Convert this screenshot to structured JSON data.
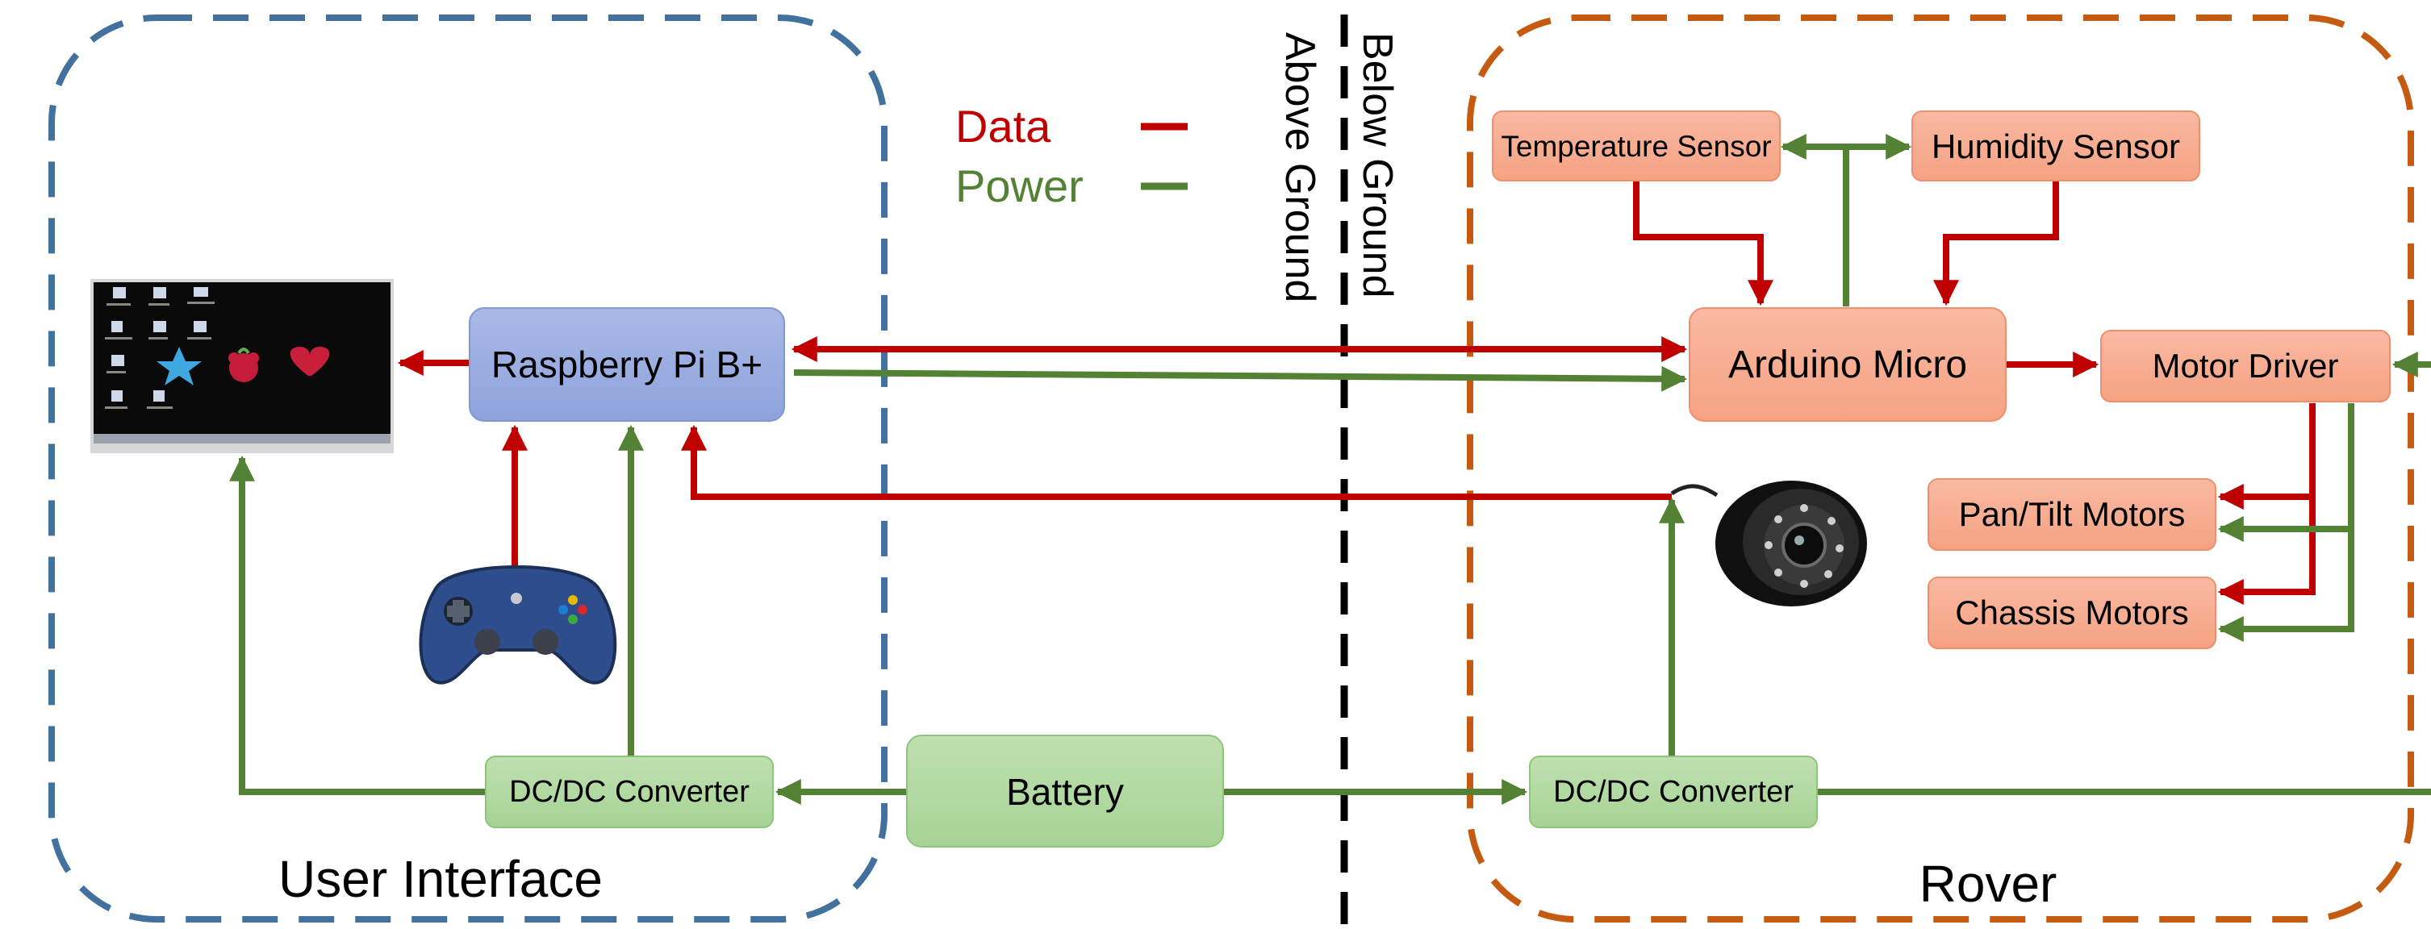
{
  "legend": {
    "data_label": "Data",
    "power_label": "Power",
    "data_color": "#c00000",
    "power_color": "#548235"
  },
  "ground": {
    "below_label": "Below Ground",
    "above_label": "Above Ground"
  },
  "regions": {
    "user_interface": "User Interface",
    "rover": "Rover",
    "ui_border_color": "#41719c",
    "rover_border_color": "#c55a11"
  },
  "blocks": {
    "raspberry_pi": "Raspberry Pi B+",
    "arduino": "Arduino Micro",
    "temperature_sensor": "Temperature Sensor",
    "humidity_sensor": "Humidity Sensor",
    "motor_driver": "Motor Driver",
    "pan_tilt_motors": "Pan/Tilt Motors",
    "chassis_motors": "Chassis Motors",
    "dcdc_ui": "DC/DC Converter",
    "dcdc_rover": "DC/DC Converter",
    "battery": "Battery"
  },
  "images": {
    "screen_icon": "touchscreen-display-icon",
    "gamepad_icon": "gamepad-controller-icon",
    "camera_icon": "camera-icon"
  }
}
